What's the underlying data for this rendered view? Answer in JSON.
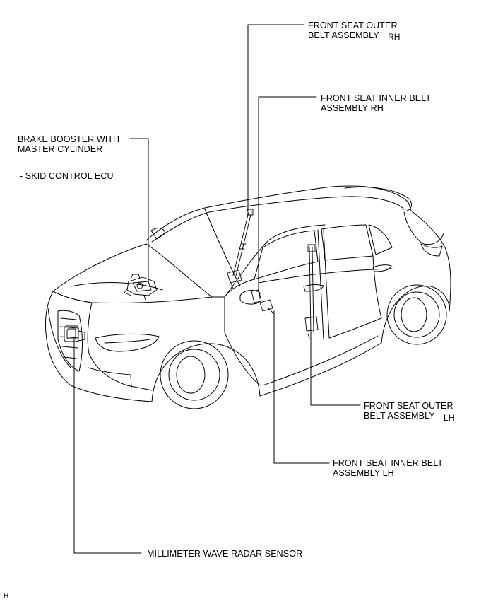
{
  "labels": {
    "front_seat_outer_rh_line1": "FRONT SEAT OUTER",
    "front_seat_outer_rh_line2": "BELT ASSEMBLY",
    "front_seat_outer_rh_side": "RH",
    "front_seat_inner_rh_line1": "FRONT SEAT INNER BELT",
    "front_seat_inner_rh_line2": "ASSEMBLY RH",
    "brake_booster_line1": "BRAKE BOOSTER WITH",
    "brake_booster_line2": "MASTER CYLINDER",
    "skid_control_ecu": "- SKID CONTROL ECU",
    "front_seat_outer_lh_line1": "FRONT SEAT OUTER",
    "front_seat_outer_lh_line2": "BELT ASSEMBLY",
    "front_seat_outer_lh_side": "LH",
    "front_seat_inner_lh_line1": "FRONT SEAT INNER BELT",
    "front_seat_inner_lh_line2": "ASSEMBLY LH",
    "millimeter_wave_radar": "MILLIMETER WAVE RADAR SENSOR",
    "figure_code": "H"
  }
}
